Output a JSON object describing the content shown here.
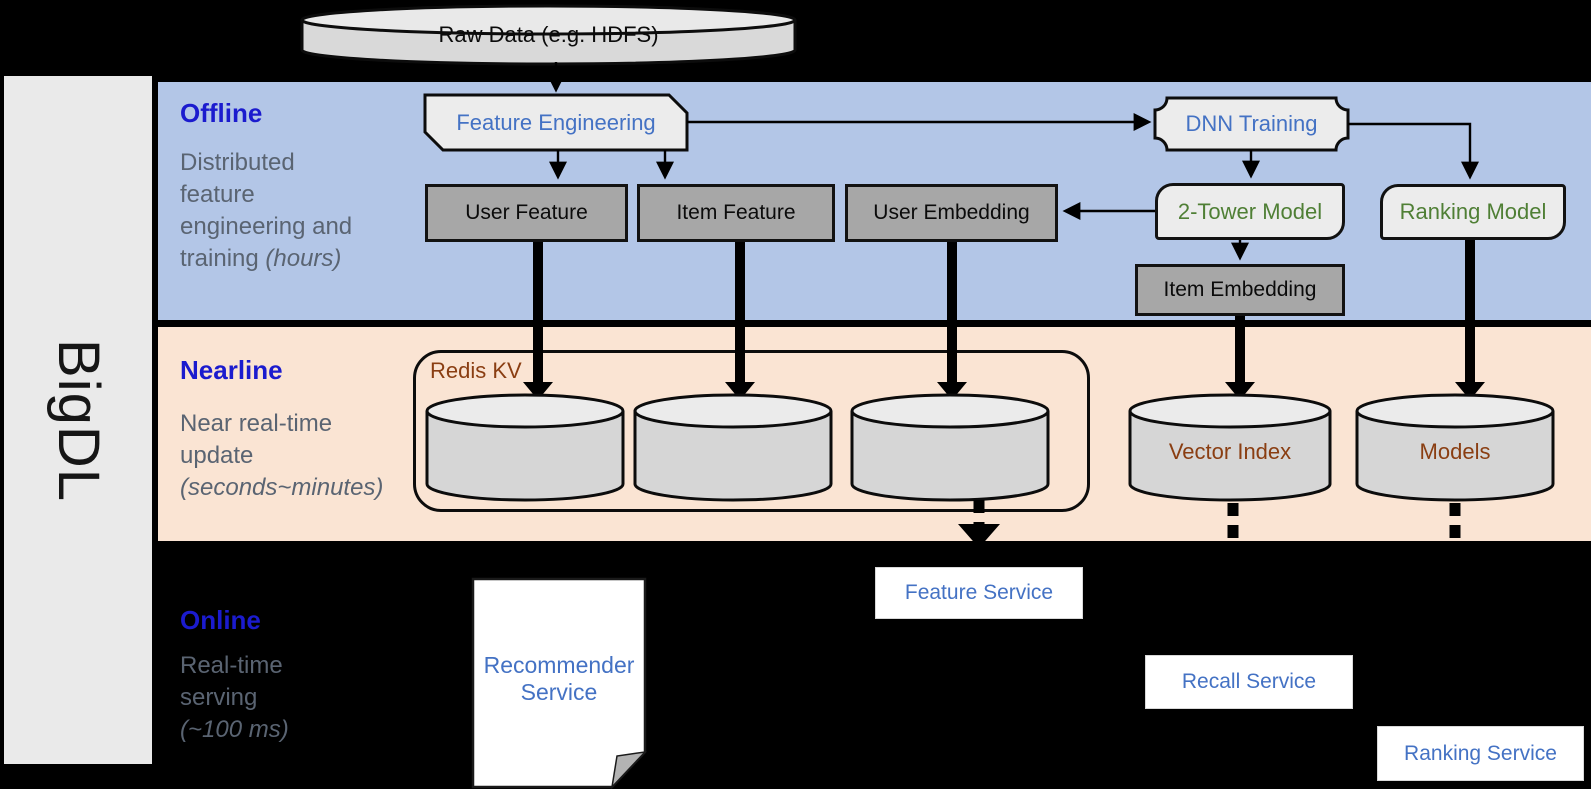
{
  "brand": {
    "name": "BigDL"
  },
  "source": {
    "label": "Raw Data (e.g. HDFS)"
  },
  "sections": {
    "offline": {
      "title": "Offline",
      "line1": "Distributed",
      "line2": "feature",
      "line3": "engineering and",
      "line4": "training ",
      "line4_italic": "(hours)"
    },
    "nearline": {
      "title": "Nearline",
      "line1": "Near real-time",
      "line2": "update",
      "line3_italic": "(seconds~minutes)"
    },
    "online": {
      "title": "Online",
      "line1": "Real-time",
      "line2": "serving",
      "line3_italic": "(~100 ms)"
    }
  },
  "nodes": {
    "feature_engineering": "Feature Engineering",
    "dnn_training": "DNN Training",
    "user_feature": "User Feature",
    "item_feature": "Item Feature",
    "user_embedding": "User Embedding",
    "two_tower_model": "2-Tower Model",
    "ranking_model": "Ranking Model",
    "item_embedding": "Item Embedding",
    "redis_kv": "Redis KV",
    "vector_index": "Vector Index",
    "models": "Models",
    "recommender_service": "Recommender Service",
    "feature_service": "Feature Service",
    "recall_service": "Recall Service",
    "ranking_service": "Ranking Service"
  },
  "colors": {
    "offline_band": "#B3C6E7",
    "nearline_band": "#FAE4D3",
    "online_background": "#000000",
    "sidebar_gray": "#EAEAEA",
    "node_gray_fill": "#A7A7A7",
    "node_light_fill": "#ECECEC",
    "cylinder_body": "#D6D6D6",
    "cylinder_top": "#EBEBEB",
    "accent_blue_text": "#4472C4",
    "section_title_blue": "#1B1BCE",
    "green_text": "#4F7F35",
    "brown_text": "#8A3E12",
    "description_gray": "#5A6472"
  }
}
